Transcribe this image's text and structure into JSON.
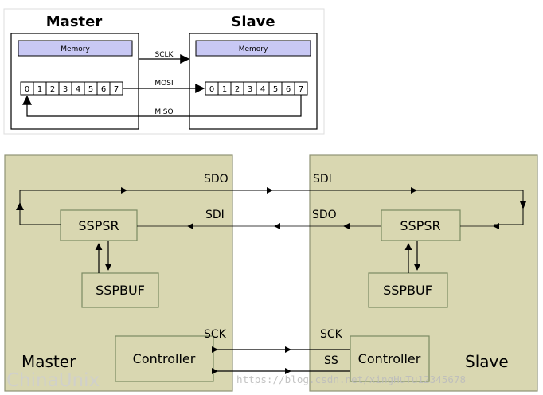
{
  "top_diagram": {
    "master_title": "Master",
    "slave_title": "Slave",
    "master_memory": "Memory",
    "slave_memory": "Memory",
    "master_bits": [
      "0",
      "1",
      "2",
      "3",
      "4",
      "5",
      "6",
      "7"
    ],
    "slave_bits": [
      "0",
      "1",
      "2",
      "3",
      "4",
      "5",
      "6",
      "7"
    ],
    "sclk": "SCLK",
    "mosi": "MOSI",
    "miso": "MISO"
  },
  "bottom_diagram": {
    "master": {
      "label": "Master",
      "sspsr": "SSPSR",
      "sspbuf": "SSPBUF",
      "controller": "Controller",
      "sdo": "SDO",
      "sdi": "SDI",
      "sck": "SCK"
    },
    "slave": {
      "label": "Slave",
      "sspsr": "SSPSR",
      "sspbuf": "SSPBUF",
      "controller": "Controller",
      "sdi": "SDI",
      "sdo": "SDO",
      "sck": "SCK",
      "ss": "SS"
    },
    "watermark_left": "ChinaUnix",
    "watermark_right": "https://blog.csdn.net/xingHuTu12345678"
  },
  "colors": {
    "memory_fill": "#c8c8f4",
    "panel_fill": "#d9d7b1",
    "panel_border": "#8f9275",
    "block_border": "#7b8a62",
    "line": "#000000"
  }
}
